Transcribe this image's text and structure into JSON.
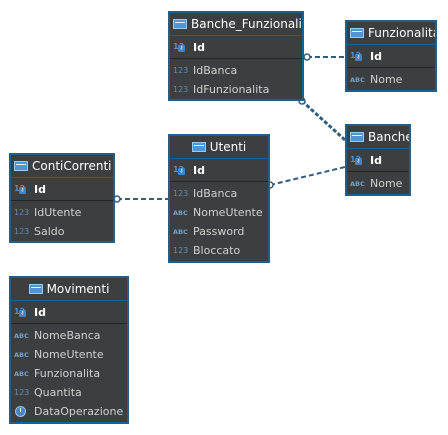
{
  "entities": {
    "banche_funzionalita": {
      "title": "Banche_Funzionalita",
      "pk": "Id",
      "attrs": [
        {
          "icon": "123",
          "name": "IdBanca"
        },
        {
          "icon": "123",
          "name": "IdFunzionalita"
        }
      ]
    },
    "funzionalita": {
      "title": "Funzionalita",
      "pk": "Id",
      "attrs": [
        {
          "icon": "ABC",
          "name": "Nome"
        }
      ]
    },
    "banche": {
      "title": "Banche",
      "pk": "Id",
      "attrs": [
        {
          "icon": "ABC",
          "name": "Nome"
        }
      ]
    },
    "utenti": {
      "title": "Utenti",
      "pk": "Id",
      "attrs": [
        {
          "icon": "123",
          "name": "IdBanca"
        },
        {
          "icon": "ABC",
          "name": "NomeUtente"
        },
        {
          "icon": "ABC",
          "name": "Password"
        },
        {
          "icon": "123",
          "name": "Bloccato"
        }
      ]
    },
    "conti_correnti": {
      "title": "ContiCorrenti",
      "pk": "Id",
      "attrs": [
        {
          "icon": "123",
          "name": "IdUtente"
        },
        {
          "icon": "123",
          "name": "Saldo"
        }
      ]
    },
    "movimenti": {
      "title": "Movimenti",
      "pk": "Id",
      "attrs": [
        {
          "icon": "ABC",
          "name": "NomeBanca"
        },
        {
          "icon": "ABC",
          "name": "NomeUtente"
        },
        {
          "icon": "ABC",
          "name": "Funzionalita"
        },
        {
          "icon": "123",
          "name": "Quantita"
        },
        {
          "icon": "clock",
          "name": "DataOperazione"
        }
      ]
    }
  },
  "colors": {
    "canvas": "#ffffff",
    "entity_background": "#3c3f41",
    "entity_border": "#1f5f8b",
    "relation_line": "#2f5f80"
  },
  "icons": {
    "table": "table-icon",
    "primary_key": "primary-key-icon",
    "number": "numeric-type-icon",
    "text": "text-type-icon",
    "datetime": "datetime-type-icon"
  }
}
